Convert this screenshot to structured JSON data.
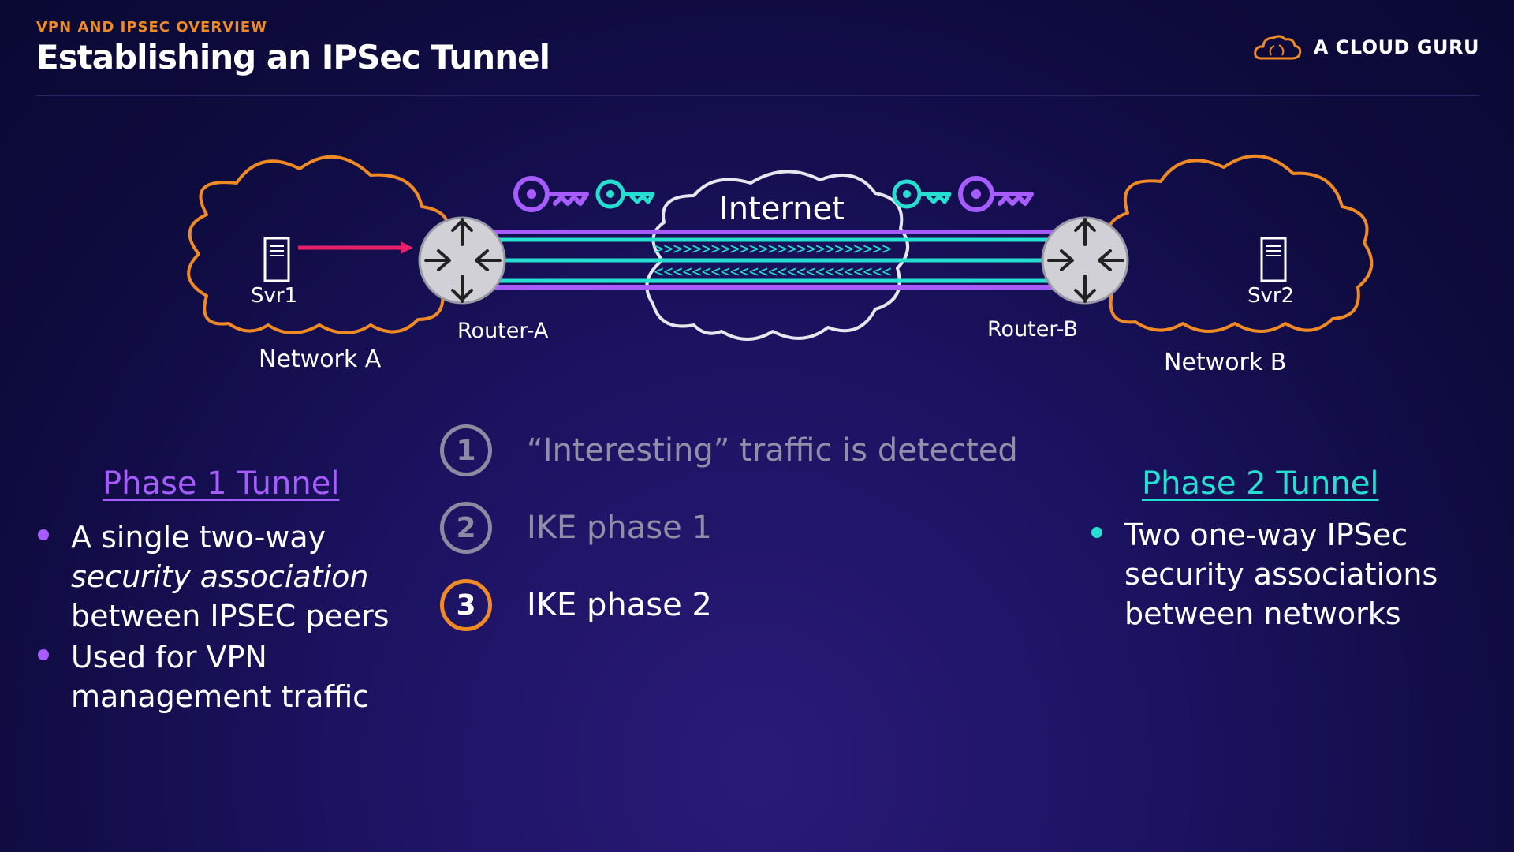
{
  "header": {
    "kicker": "VPN AND IPSEC OVERVIEW",
    "title": "Establishing an IPSec Tunnel",
    "brand": "A CLOUD GURU"
  },
  "diagram": {
    "network_a": "Network A",
    "network_b": "Network B",
    "server_a": "Svr1",
    "server_b": "Svr2",
    "router_a": "Router-A",
    "router_b": "Router-B",
    "internet": "Internet",
    "forward_arrows": ">>>>>>>>>>>>>>>>>>>>>>>>>",
    "reverse_arrows": "<<<<<<<<<<<<<<<<<<<<<<<<<"
  },
  "phase1": {
    "title": "Phase 1 Tunnel",
    "bullets": [
      [
        "A single two-way",
        "security association",
        "between IPSEC peers"
      ],
      [
        "Used for VPN",
        "management traffic"
      ]
    ]
  },
  "phase2": {
    "title": "Phase 2 Tunnel",
    "bullets": [
      [
        "Two one-way IPSec",
        "security associations",
        "between networks"
      ]
    ]
  },
  "steps": [
    {
      "number": "1",
      "text": "“Interesting” traffic is detected"
    },
    {
      "number": "2",
      "text": "IKE phase 1"
    },
    {
      "number": "3",
      "text": "IKE phase 2"
    }
  ],
  "colors": {
    "orange": "#f08a24",
    "purple": "#a65cff",
    "teal": "#25e0d0",
    "pink": "#e8206a",
    "router": "#d0d0d6"
  },
  "icons": [
    "cloud-icon",
    "server-icon",
    "router-icon",
    "key-icon",
    "arrow-right-icon"
  ]
}
